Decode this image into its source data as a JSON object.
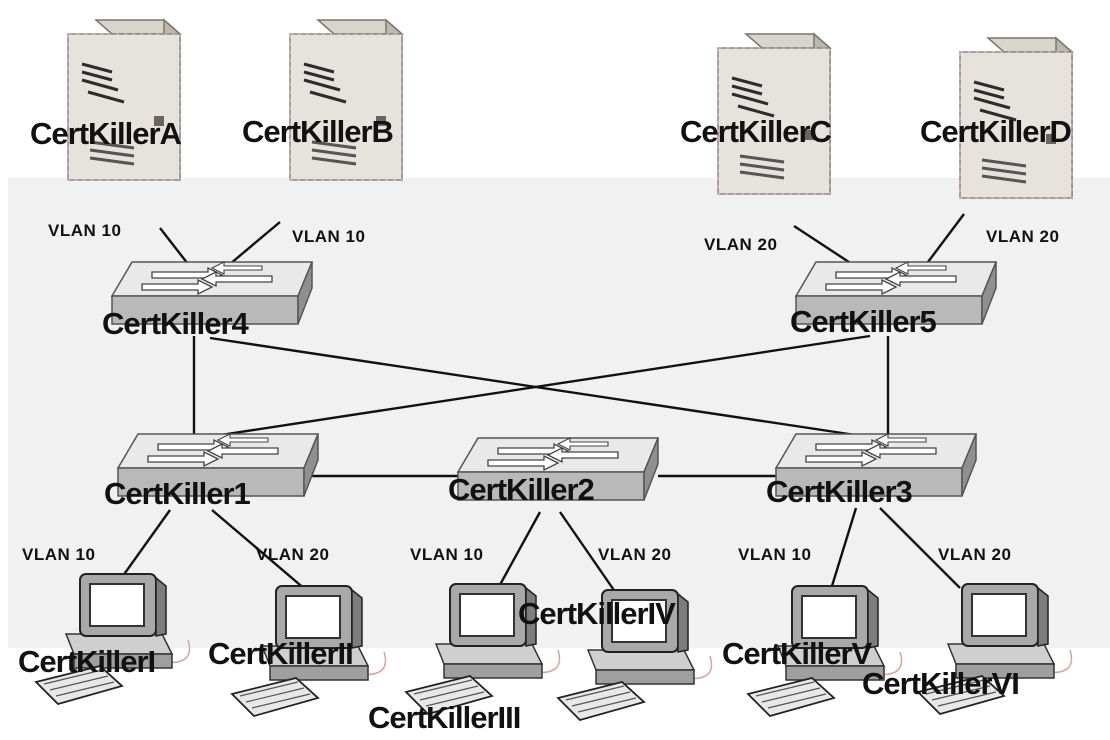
{
  "servers": [
    {
      "id": "A",
      "label": "CertKillerA",
      "vlan": "VLAN 10"
    },
    {
      "id": "B",
      "label": "CertKillerB",
      "vlan": "VLAN 10"
    },
    {
      "id": "C",
      "label": "CertKillerC",
      "vlan": "VLAN 20"
    },
    {
      "id": "D",
      "label": "CertKillerD",
      "vlan": "VLAN 20"
    }
  ],
  "switches": [
    {
      "id": "s4",
      "label": "CertKiller4"
    },
    {
      "id": "s5",
      "label": "CertKiller5"
    },
    {
      "id": "s1",
      "label": "CertKiller1"
    },
    {
      "id": "s2",
      "label": "CertKiller2"
    },
    {
      "id": "s3",
      "label": "CertKiller3"
    }
  ],
  "hosts": [
    {
      "id": "h1",
      "label": "CertKillerI",
      "vlan": "VLAN 10"
    },
    {
      "id": "h2",
      "label": "CertKillerII",
      "vlan": "VLAN 20"
    },
    {
      "id": "h3",
      "label": "CertKillerIII",
      "vlan": "VLAN 10"
    },
    {
      "id": "h4",
      "label": "CertKillerIV",
      "vlan": "VLAN 20"
    },
    {
      "id": "h5",
      "label": "CertKillerV",
      "vlan": "VLAN 10"
    },
    {
      "id": "h6",
      "label": "CertKillerVI",
      "vlan": "VLAN 20"
    }
  ],
  "links": [
    {
      "from": "A",
      "to": "s4"
    },
    {
      "from": "B",
      "to": "s4"
    },
    {
      "from": "C",
      "to": "s5"
    },
    {
      "from": "D",
      "to": "s5"
    },
    {
      "from": "s4",
      "to": "s1"
    },
    {
      "from": "s4",
      "to": "s3"
    },
    {
      "from": "s5",
      "to": "s1"
    },
    {
      "from": "s5",
      "to": "s3"
    },
    {
      "from": "s1",
      "to": "s2"
    },
    {
      "from": "s2",
      "to": "s3"
    },
    {
      "from": "s1",
      "to": "h1"
    },
    {
      "from": "s1",
      "to": "h2"
    },
    {
      "from": "s2",
      "to": "h3"
    },
    {
      "from": "s2",
      "to": "h4"
    },
    {
      "from": "s3",
      "to": "h5"
    },
    {
      "from": "s3",
      "to": "h6"
    }
  ],
  "colors": {
    "background_band": "#f1f1f1",
    "server_body": "#e6e3dc",
    "switch_body": "#b9b9b9",
    "pc_body": "#a9a9a9",
    "line": "#111111"
  }
}
